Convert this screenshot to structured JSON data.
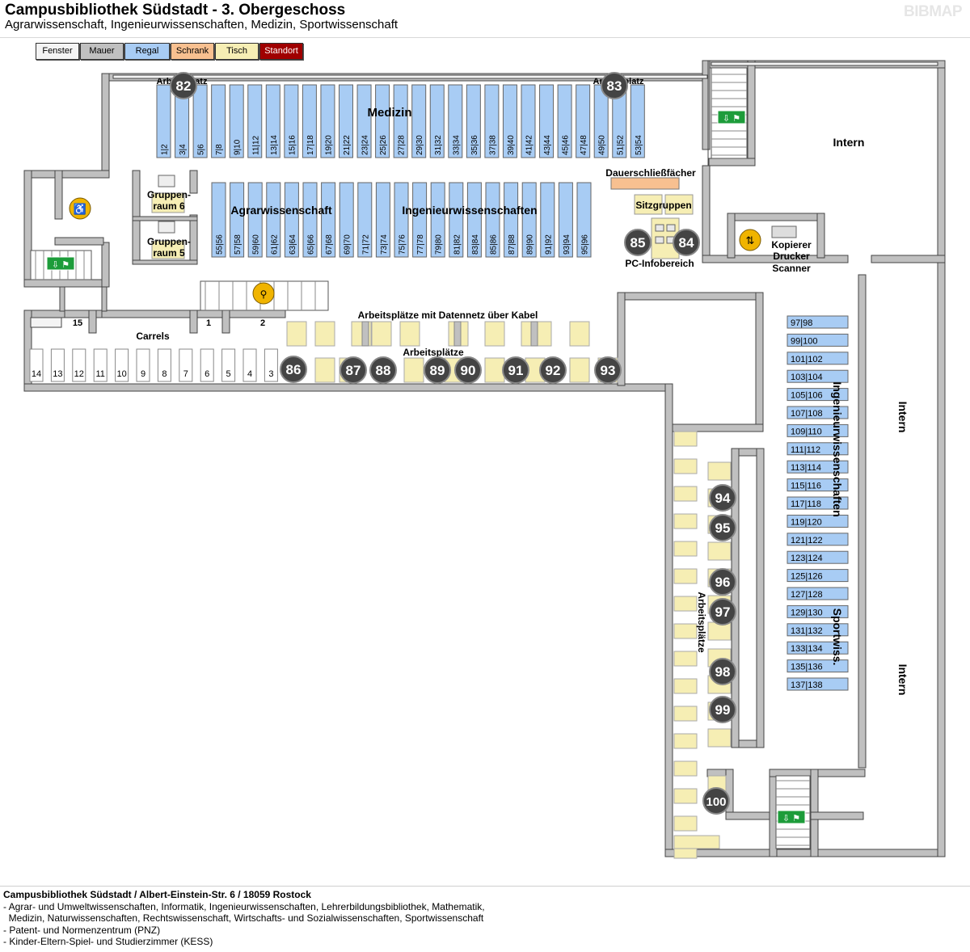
{
  "header": {
    "title": "Campusbibliothek Südstadt - 3. Obergeschoss",
    "subtitle": "Agrarwissenschaft, Ingenieurwissenschaften, Medizin, Sportwissenschaft",
    "brand": "BIBMAP"
  },
  "legend": [
    {
      "label": "Fenster",
      "color": "#f4f4f4",
      "text_color": "#000"
    },
    {
      "label": "Mauer",
      "color": "#c0c0c0",
      "text_color": "#000"
    },
    {
      "label": "Regal",
      "color": "#a8ccf4",
      "text_color": "#000"
    },
    {
      "label": "Schrank",
      "color": "#f8c090",
      "text_color": "#000"
    },
    {
      "label": "Tisch",
      "color": "#f6eeb4",
      "text_color": "#000"
    },
    {
      "label": "Standort",
      "color": "#a00000",
      "text_color": "#fff"
    }
  ],
  "colors": {
    "wall": "#c0c0c0",
    "shelf": "#a8ccf4",
    "table": "#f6eeb4",
    "cabinet": "#f8c090",
    "marker": "#444444",
    "exit": "#1d9c3a"
  },
  "areas": {
    "medizin": "Medizin",
    "agrar": "Agrarwissenschaft",
    "ingenieur_top": "Ingenieurwissenschaften",
    "ingenieur_right": "Ingenieurwissenschaften",
    "sport": "Sportwiss.",
    "intern_1": "Intern",
    "intern_2": "Intern",
    "intern_3": "Intern",
    "dauer": "Dauerschließfächer",
    "sitz": "Sitzgruppen",
    "pc": "PC-Infobereich",
    "kopierer": "Kopierer",
    "drucker": "Drucker",
    "scanner": "Scanner",
    "gruppen6_a": "Gruppen-",
    "gruppen6_b": "raum 6",
    "gruppen5_a": "Gruppen-",
    "gruppen5_b": "raum 5",
    "carrels": "Carrels",
    "arbeitsplatz_l": "Arbeitsplatz",
    "arbeitsplatz_r": "Arbeitsplatz",
    "datennetz": "Arbeitsplätze mit Datennetz über Kabel",
    "arbeitsplaetze": "Arbeitsplätze",
    "arbeitsplaetze_v": "Arbeitsplätze"
  },
  "shelves_top": [
    "1|2",
    "3|4",
    "5|6",
    "7|8",
    "9|10",
    "11|12",
    "13|14",
    "15|16",
    "17|18",
    "19|20",
    "21|22",
    "23|24",
    "25|26",
    "27|28",
    "29|30",
    "31|32",
    "33|34",
    "35|36",
    "37|38",
    "39|40",
    "41|42",
    "43|44",
    "45|46",
    "47|48",
    "49|50",
    "51|52",
    "53|54"
  ],
  "shelves_mid": [
    "55|56",
    "57|58",
    "59|60",
    "61|62",
    "63|64",
    "65|66",
    "67|68",
    "69|70",
    "71|72",
    "73|74",
    "75|76",
    "77|78",
    "79|80",
    "81|82",
    "83|84",
    "85|86",
    "87|88",
    "89|90",
    "91|92",
    "93|94",
    "95|96"
  ],
  "shelves_right": [
    "97|98",
    "99|100",
    "101|102",
    "103|104",
    "105|106",
    "107|108",
    "109|110",
    "111|112",
    "113|114",
    "115|116",
    "117|118",
    "119|120",
    "121|122",
    "123|124",
    "125|126",
    "127|128",
    "129|130",
    "131|132",
    "133|134",
    "135|136",
    "137|138"
  ],
  "carrels": [
    "14",
    "13",
    "12",
    "11",
    "10",
    "9",
    "8",
    "7",
    "6",
    "5",
    "4",
    "3"
  ],
  "carrels_top": [
    "15",
    "1",
    "2"
  ],
  "markers": [
    "82",
    "83",
    "84",
    "85",
    "86",
    "87",
    "88",
    "89",
    "90",
    "91",
    "92",
    "93",
    "94",
    "95",
    "96",
    "97",
    "98",
    "99",
    "100"
  ],
  "footer": {
    "head": "Campusbibliothek Südstadt / Albert-Einstein-Str. 6 / 18059 Rostock",
    "lines": [
      "- Agrar- und Umweltwissenschaften, Informatik, Ingenieurwissenschaften, Lehrerbildungsbibliothek, Mathematik,",
      "  Medizin, Naturwissenschaften, Rechtswissenschaft, Wirtschafts- und Sozialwissenschaften, Sportwissenschaft",
      "- Patent- und Normenzentrum (PNZ)",
      "- Kinder-Eltern-Spiel- und Studierzimmer (KESS)"
    ]
  }
}
